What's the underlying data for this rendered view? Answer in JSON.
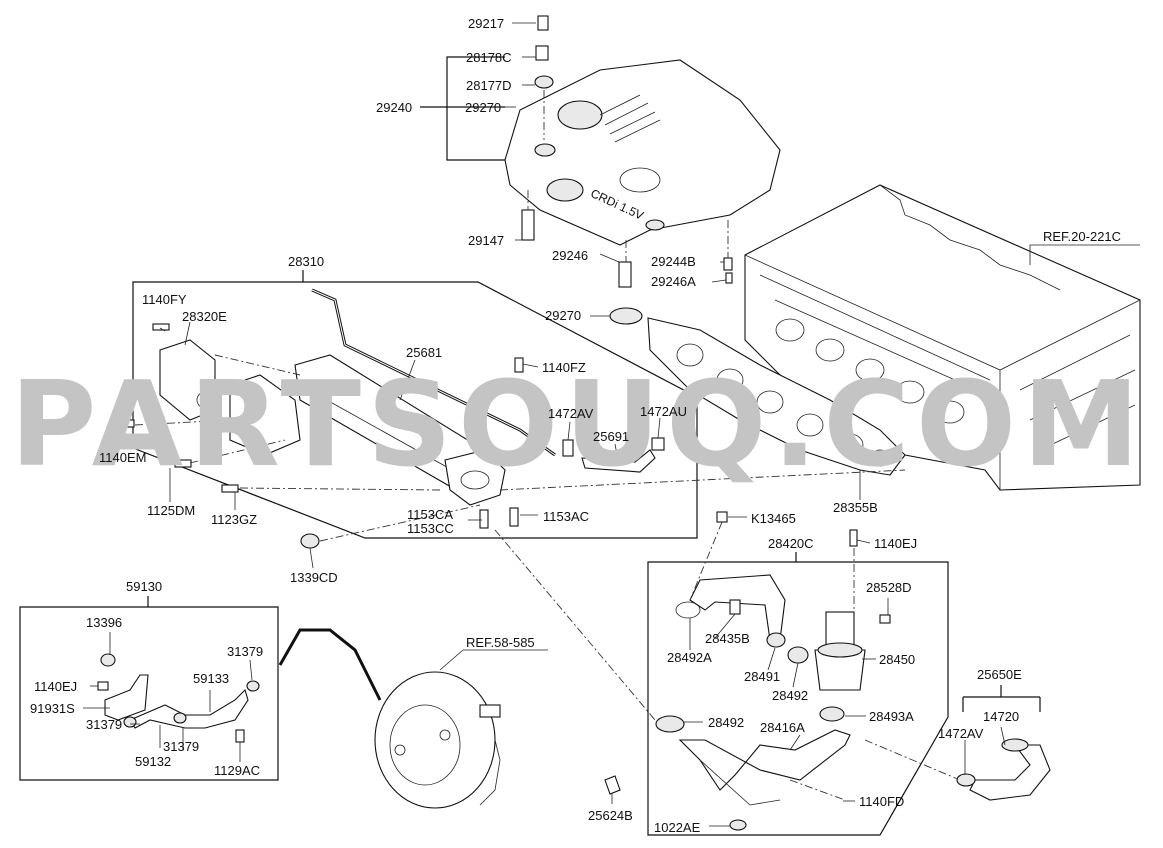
{
  "watermark": "PARTSOUQ.COM",
  "refs": {
    "engine": "REF.20-221C",
    "booster": "REF.58-585"
  },
  "labels": {
    "p29217": "29217",
    "p28178C": "28178C",
    "p28177D": "28177D",
    "p29240": "29240",
    "p29270a": "29270",
    "p29147": "29147",
    "p29246": "29246",
    "p29270b": "29270",
    "p29244B": "29244B",
    "p29246A": "29246A",
    "p28310": "28310",
    "p1140FY": "1140FY",
    "p28320E": "28320E",
    "p25681": "25681",
    "p1140FZ": "1140FZ",
    "p1472AVa": "1472AV",
    "p1472AU": "1472AU",
    "p25691": "25691",
    "p1140EM": "1140EM",
    "p1125DM": "1125DM",
    "p1123GZ": "1123GZ",
    "p1153CA": "1153CA",
    "p1153CC": "1153CC",
    "p1153AC": "1153AC",
    "p1339CD": "1339CD",
    "p28355B": "28355B",
    "pK13465": "K13465",
    "p28420C": "28420C",
    "p1140EJa": "1140EJ",
    "p28528D": "28528D",
    "p28435B": "28435B",
    "p28492A": "28492A",
    "p28491": "28491",
    "p28450": "28450",
    "p28492a": "28492",
    "p28492b": "28492",
    "p28493A": "28493A",
    "p28416A": "28416A",
    "p1140FD": "1140FD",
    "p25624B": "25624B",
    "p1022AE": "1022AE",
    "p59130": "59130",
    "p13396": "13396",
    "p1140EJb": "1140EJ",
    "p91931S": "91931S",
    "p31379a": "31379",
    "p31379b": "31379",
    "p31379c": "31379",
    "p59133": "59133",
    "p59132": "59132",
    "p1129AC": "1129AC",
    "p25650E": "25650E",
    "p14720": "14720",
    "p1472AVb": "1472AV"
  }
}
